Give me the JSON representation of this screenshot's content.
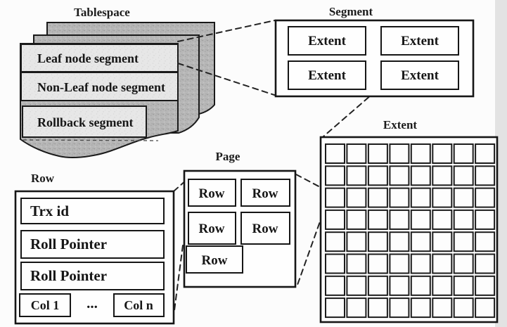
{
  "diagram": {
    "labels": {
      "tablespace": "Tablespace",
      "segment": "Segment",
      "extent": "Extent",
      "page": "Page",
      "row": "Row"
    },
    "tablespace": {
      "segments": [
        "Leaf node segment",
        "Non-Leaf node segment",
        "Rollback segment"
      ]
    },
    "segment": {
      "extents": [
        "Extent",
        "Extent",
        "Extent",
        "Extent"
      ]
    },
    "extent": {
      "grid_rows": 8,
      "grid_cols": 8
    },
    "page": {
      "rows": [
        "Row",
        "Row",
        "Row",
        "Row",
        "Row"
      ]
    },
    "row": {
      "fields": [
        "Trx id",
        "Roll Pointer",
        "Roll Pointer"
      ],
      "col_first": "Col 1",
      "col_ellipsis": "...",
      "col_last": "Col n"
    },
    "colors": {
      "background": "#fcfcfc",
      "right_band": "#e3e3e3",
      "sheet_gray": "#b7b7b7",
      "segment_box_gray": "#e7e7e7",
      "ink": "#1a1a1a"
    }
  }
}
